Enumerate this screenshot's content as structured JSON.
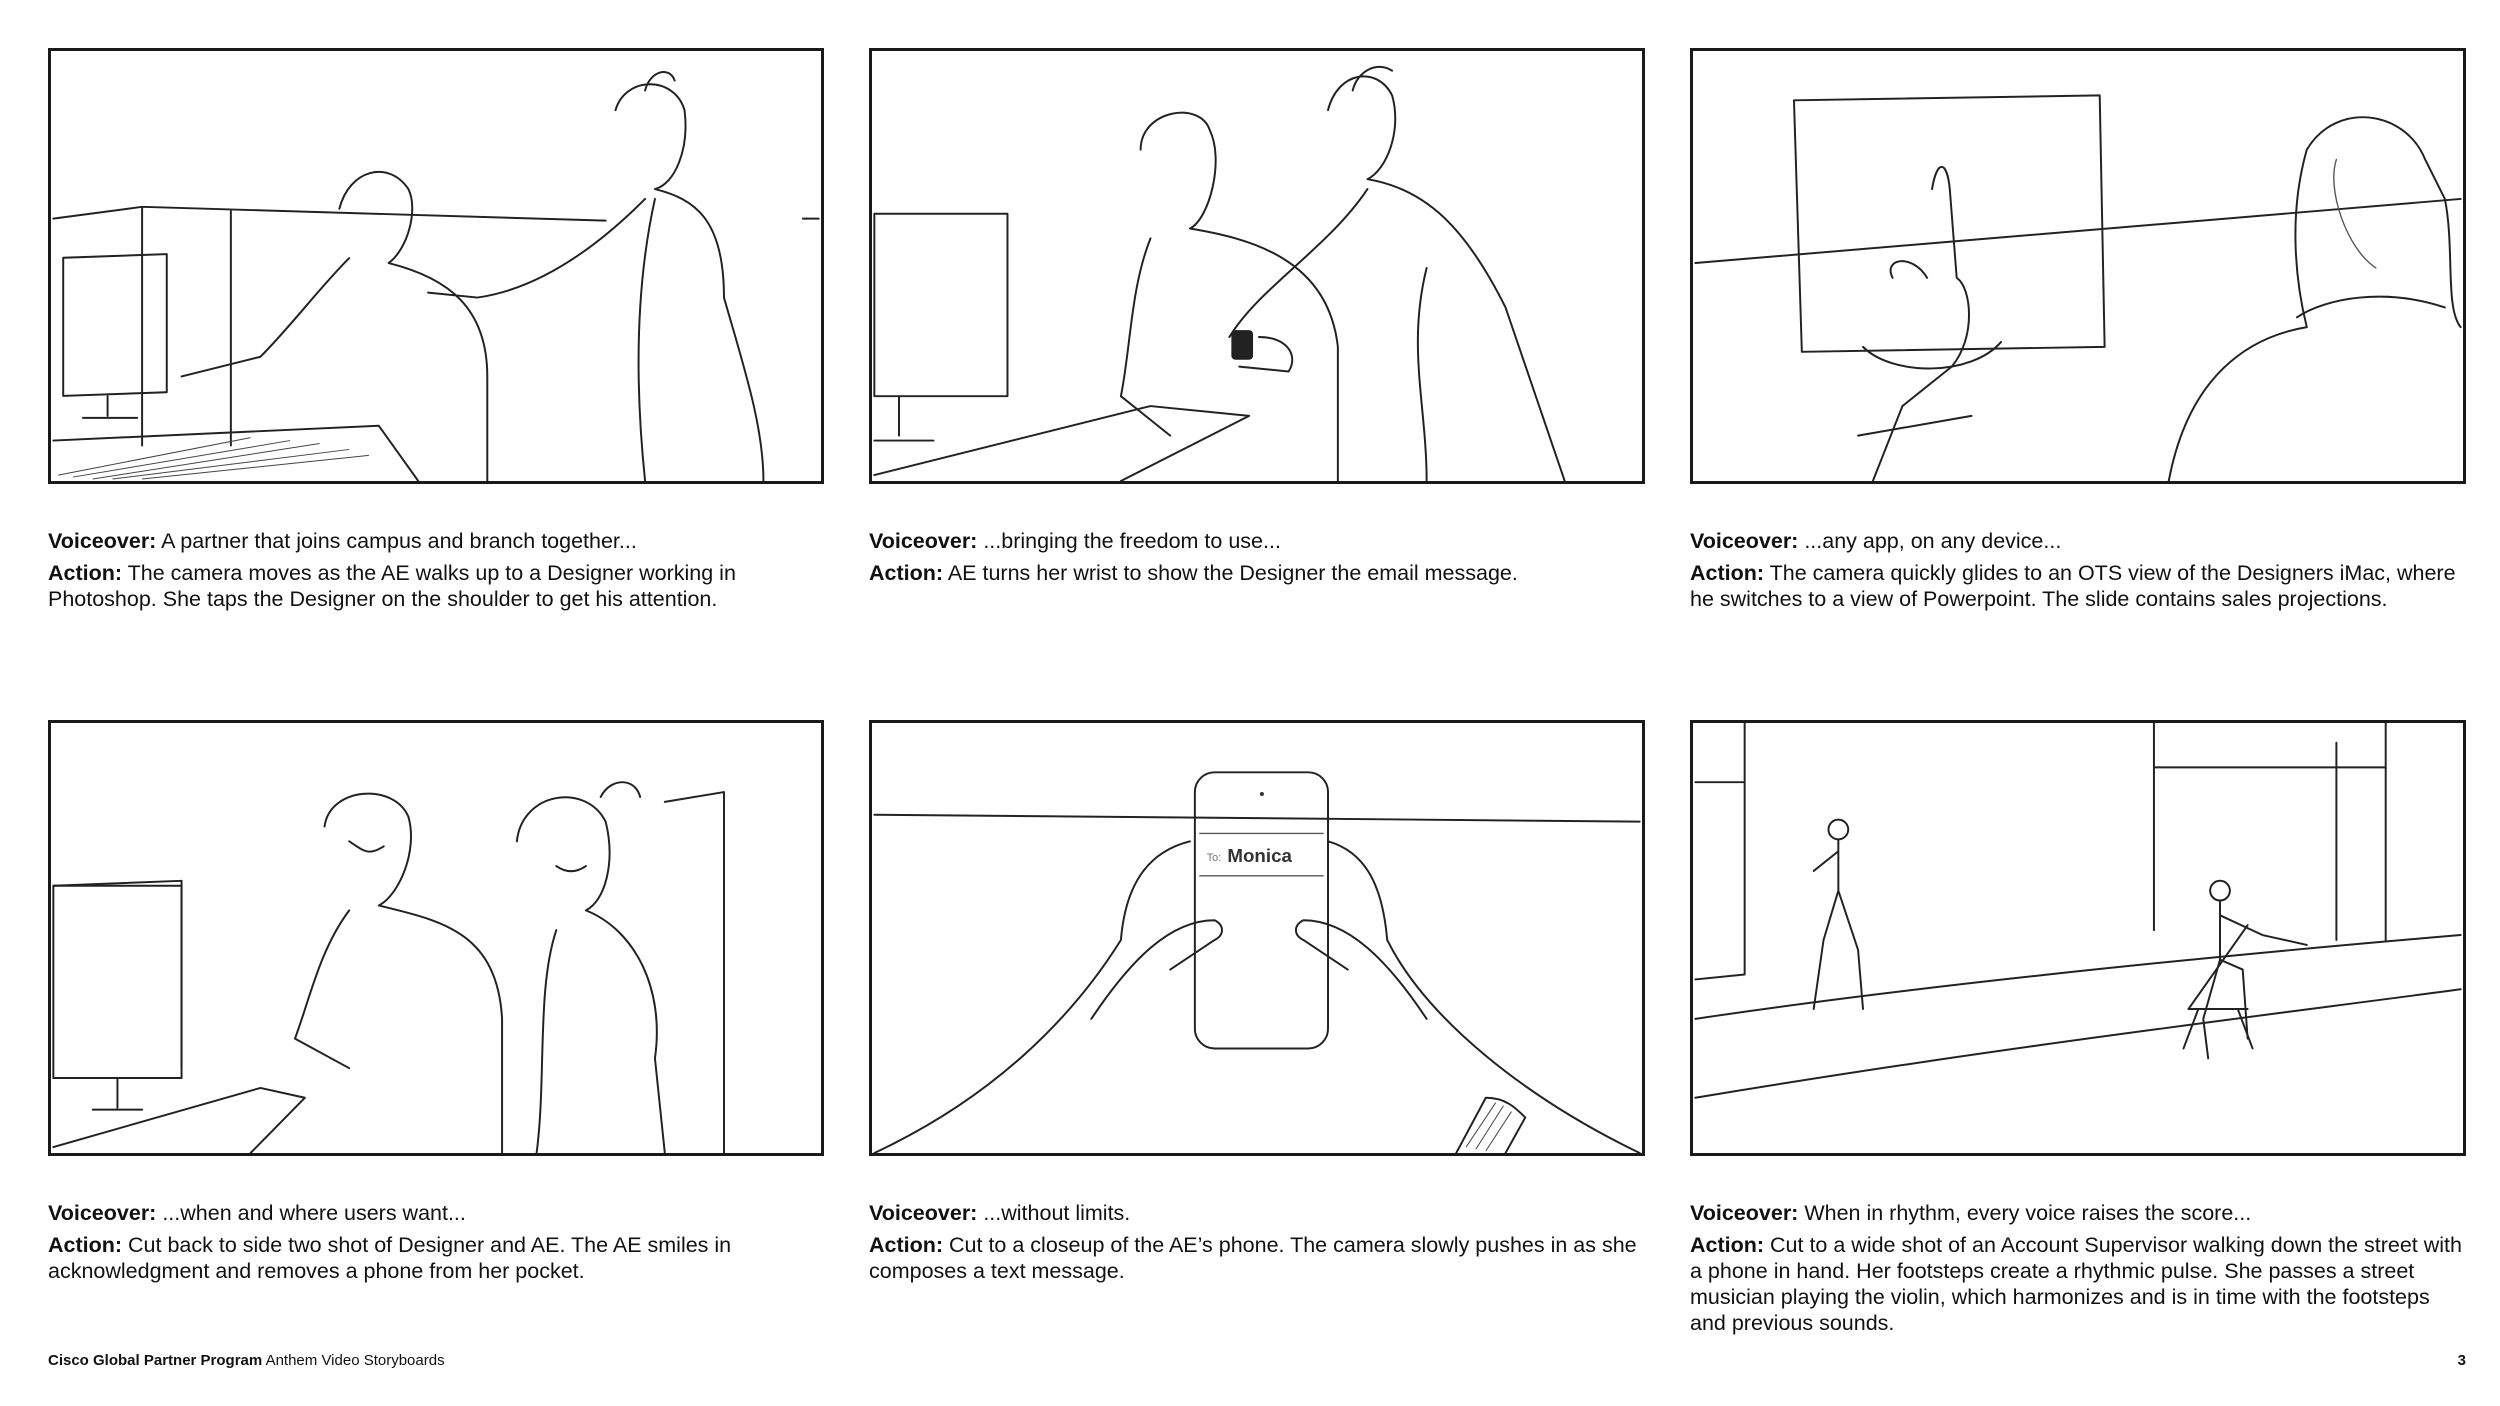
{
  "labels": {
    "voiceover": "Voiceover:",
    "action": "Action:"
  },
  "panels": [
    {
      "voiceover": "A partner that joins campus and branch together...",
      "action": "The camera moves as the AE walks up to a Designer working in Photoshop. She taps the Designer on the shoulder to get his attention."
    },
    {
      "voiceover": "...bringing the freedom to use...",
      "action": "AE turns her wrist to show the Designer the email message."
    },
    {
      "voiceover": "...any app, on any device...",
      "action": "The camera quickly glides to an OTS view of the Designers iMac, where he switches to a view of Powerpoint. The slide contains sales projections."
    },
    {
      "voiceover": "...when and where users want...",
      "action": "Cut back to side two shot of Designer and AE. The AE smiles in acknowledgment and removes a phone from her pocket."
    },
    {
      "voiceover": "...without limits.",
      "action": "Cut to a closeup of the AE’s phone. The camera slowly pushes in as she composes a text message."
    },
    {
      "voiceover": "When in rhythm, every voice raises the score...",
      "action": "Cut to a wide shot of an Account Supervisor walking down the street with a phone in hand. Her footsteps create a rhythmic pulse. She passes a street musician playing the violin, which harmonizes and is in time with the footsteps and previous sounds."
    }
  ],
  "phone": {
    "to_label": "To:",
    "recipient": "Monica"
  },
  "footer": {
    "brand": "Cisco Global Partner Program",
    "subtitle": "Anthem Video Storyboards",
    "page_number": "3"
  }
}
